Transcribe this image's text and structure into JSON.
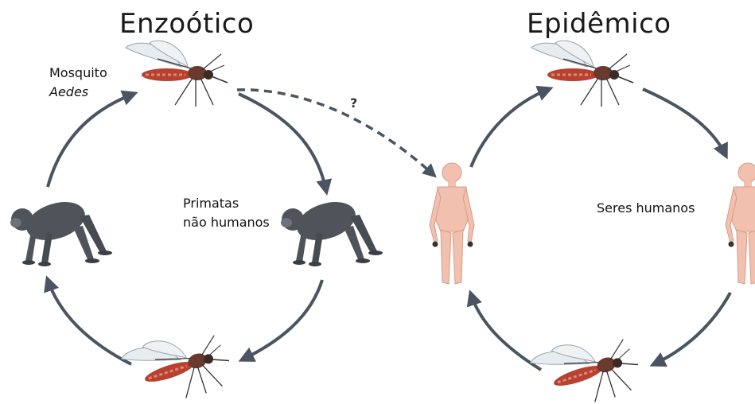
{
  "titles": {
    "left": "Enzoótico",
    "right": "Epidêmico"
  },
  "labels": {
    "mosquito_line1": "Mosquito",
    "mosquito_line2": "Aedes",
    "primates_line1": "Primatas",
    "primates_line2": "não humanos",
    "humans": "Seres humanos",
    "question": "?"
  },
  "colors": {
    "arrow": "#4a5561",
    "primate_body": "#4f545b",
    "human_skin": "#f2c0ae",
    "mosquito_body": "#b8412f"
  }
}
